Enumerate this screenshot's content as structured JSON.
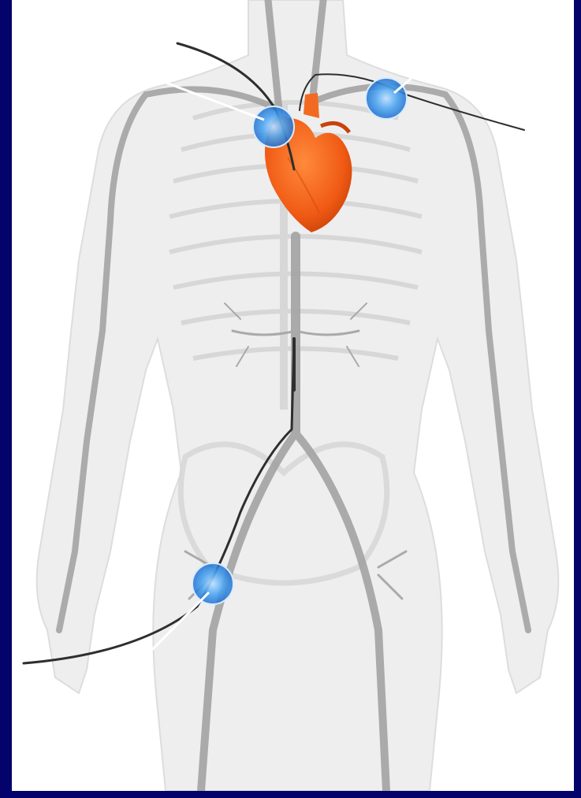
{
  "colors": {
    "frame": "#03036b",
    "background": "#ffffff",
    "body_fill": "#ececec",
    "body_outline": "#dcdcdc",
    "vessel": "#9e9e9e",
    "heart": "#f05a14",
    "heart_dark": "#c9420a",
    "access_site": "#2f8fe0",
    "catheter": "#2e2e2e",
    "arrow": "#ffffff"
  },
  "elements": {
    "heart": {
      "icon": "heart-icon"
    },
    "access_sites": [
      {
        "name": "right-subclavian-access-site"
      },
      {
        "name": "left-subclavian-access-site"
      },
      {
        "name": "femoral-access-site"
      }
    ],
    "pointer_arrows": [
      {
        "name": "arrow-upper-left"
      },
      {
        "name": "arrow-upper-right"
      },
      {
        "name": "arrow-lower-left"
      }
    ]
  }
}
